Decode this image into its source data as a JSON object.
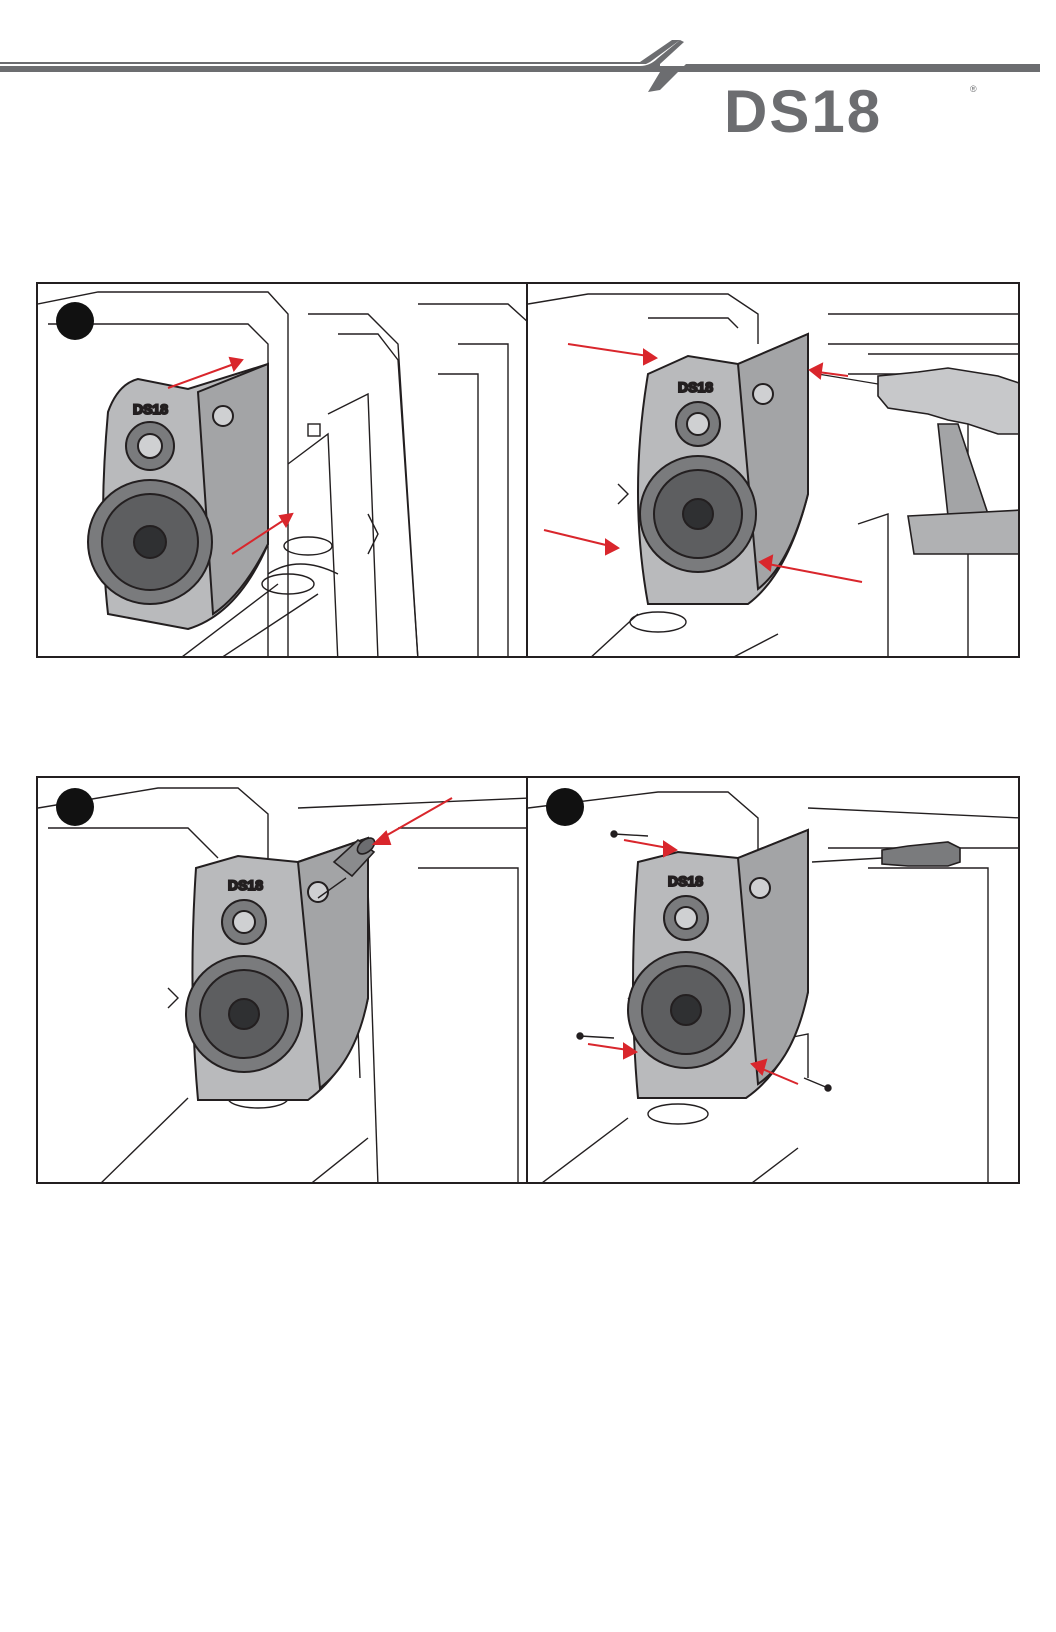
{
  "header": {
    "brand_logo_text": "DS18",
    "trademark": "®"
  },
  "colors": {
    "header_band": "#6c6d70",
    "enclosure_fill": "#b9babc",
    "outline": "#231f20",
    "arrow": "#d9262c",
    "step_marker": "#111111"
  },
  "panels": [
    {
      "id": "panel-1",
      "step_marker": true,
      "tools": [],
      "arrows": 2
    },
    {
      "id": "panel-2",
      "step_marker": false,
      "tools": [
        "drill-icon"
      ],
      "arrows": 4
    },
    {
      "id": "panel-3",
      "step_marker": true,
      "tools": [
        "socket-driver-icon"
      ],
      "arrows": 1
    },
    {
      "id": "panel-4",
      "step_marker": true,
      "tools": [
        "screwdriver-icon",
        "screw-icon"
      ],
      "arrows": 3
    }
  ]
}
